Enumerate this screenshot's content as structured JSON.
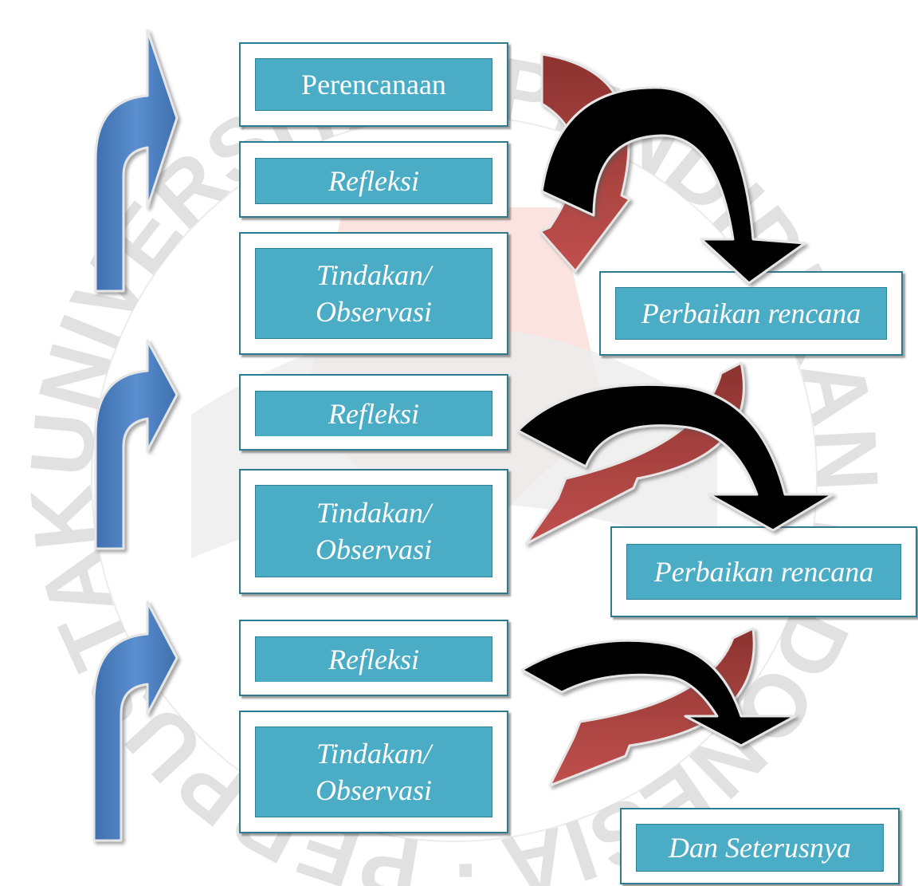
{
  "boxes": {
    "perencanaan": "Perencanaan",
    "refleksi_1": "Refleksi",
    "tindakan_1_line1": "Tindakan/",
    "tindakan_1_line2": "Observasi",
    "perbaikan_1": "Perbaikan rencana",
    "refleksi_2": "Refleksi",
    "tindakan_2_line1": "Tindakan/",
    "tindakan_2_line2": "Observasi",
    "perbaikan_2": "Perbaikan rencana",
    "refleksi_3": "Refleksi",
    "tindakan_3_line1": "Tindakan/",
    "tindakan_3_line2": "Observasi",
    "dan_seterusnya": "Dan Seterusnya"
  },
  "watermark": {
    "text": "UNIVERSITAS PENDIDIKAN INDONESIA · PERPUSTAKAAN"
  },
  "colors": {
    "box_fill": "#4bacc6",
    "box_border": "#2e7b8e",
    "blue_arrow": "#4f81bd",
    "red_arrow": "#c0504d",
    "black_arrow": "#000000",
    "watermark_gray": "#d9d9d9",
    "watermark_pink": "#f8d0cc"
  },
  "icons": [
    "blue-up-turn-arrow",
    "red-curved-arrow",
    "black-curved-arrow"
  ]
}
